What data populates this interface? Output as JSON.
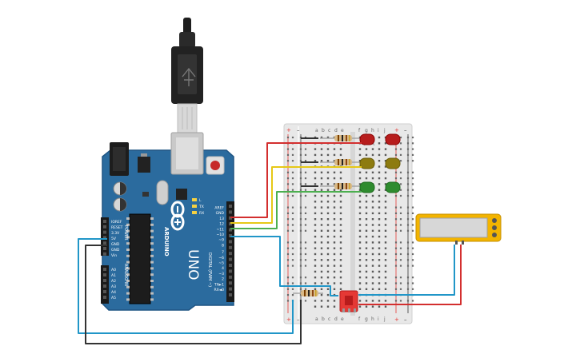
{
  "arduino": {
    "brand": "ARDUINO",
    "model": "UNO",
    "digital_label": "DIGITAL (PWM ~)",
    "power_label": "POWER",
    "analog_label": "ANALOG IN",
    "digital_pins": [
      "AREF",
      "GND",
      "13",
      "12",
      "~11",
      "~10",
      "~9",
      "8",
      "7",
      "~6",
      "~5",
      "4",
      "~3",
      "2",
      "TX►1",
      "RX◄0"
    ],
    "power_pins": [
      "IOREF",
      "RESET",
      "3.3V",
      "5V",
      "GND",
      "GND",
      "Vin"
    ],
    "analog_pins": [
      "A0",
      "A1",
      "A2",
      "A3",
      "A4",
      "A5"
    ],
    "leds_text": [
      "L",
      "TX",
      "RX"
    ]
  },
  "breadboard": {
    "columns_top": [
      "a",
      "b",
      "c",
      "d",
      "e",
      "f",
      "g",
      "h",
      "i",
      "j"
    ],
    "columns_bottom": [
      "a",
      "b",
      "c",
      "d",
      "e",
      "f",
      "g",
      "h",
      "i",
      "j"
    ],
    "rail_plus": "+",
    "rail_minus": "–"
  },
  "colors": {
    "arduino_blue": "#2b6b9e",
    "wire_red": "#d32f2f",
    "wire_yellow": "#e6c817",
    "wire_green": "#4caf50",
    "wire_blue": "#2196c8",
    "wire_black": "#333333",
    "led_red": "#b71c1c",
    "led_yellow": "#8d7b10",
    "led_green": "#2e8b2e",
    "switch_red": "#e53935",
    "module_yellow": "#f3b400"
  }
}
